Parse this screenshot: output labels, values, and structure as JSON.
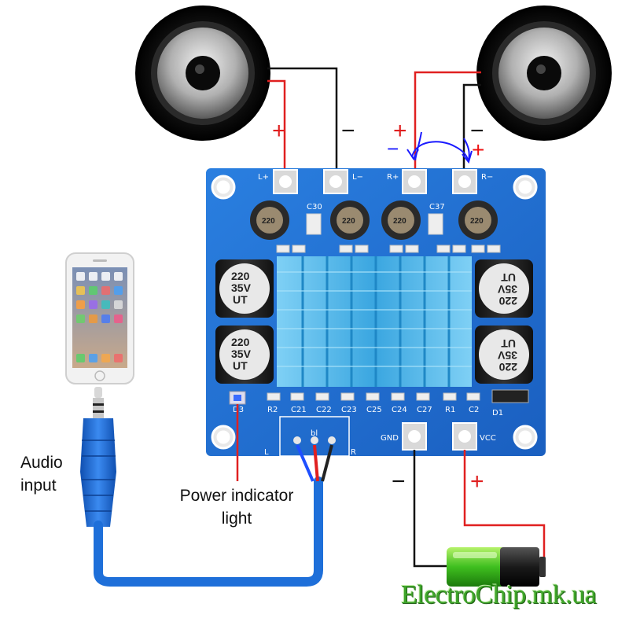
{
  "labels": {
    "audio_input_line1": "Audio",
    "audio_input_line2": "input",
    "power_indicator_line1": "Power indicator",
    "power_indicator_line2": "light",
    "watermark": "ElectroChip.mk.ua"
  },
  "polarity": {
    "plus": "+",
    "minus": "−"
  },
  "board": {
    "terminals": [
      "L+",
      "L−",
      "R+",
      "R−"
    ],
    "power_terminals": [
      "GND",
      "VCC"
    ],
    "left_channel": "L",
    "right_channel": "R",
    "input_marking": "bl",
    "capacitor_marking": [
      "220",
      "35V",
      "UT"
    ],
    "inductor_marking": "220",
    "components": [
      "C30",
      "C37",
      "R2",
      "C21",
      "C22",
      "C23",
      "C25",
      "C24",
      "C27",
      "R1",
      "C2",
      "D1",
      "D3"
    ]
  },
  "colors": {
    "board": "#1f6fd1",
    "wire_positive": "#e02020",
    "wire_negative": "#111111",
    "heatsink": "#4fb7ea",
    "cable": "#1e6fd9",
    "annotation": "#1a1aff",
    "watermark": "#3fa52a"
  }
}
